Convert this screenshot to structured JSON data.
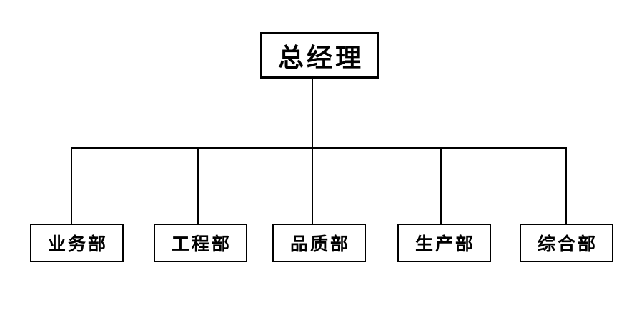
{
  "org_chart": {
    "type": "organization-hierarchy",
    "root": {
      "label": "总经理"
    },
    "departments": [
      {
        "label": "业务部"
      },
      {
        "label": "工程部"
      },
      {
        "label": "品质部"
      },
      {
        "label": "生产部"
      },
      {
        "label": "综合部"
      }
    ],
    "colors": {
      "background": "#ffffff",
      "line": "#000000",
      "box_border": "#000000",
      "text": "#000000"
    }
  }
}
